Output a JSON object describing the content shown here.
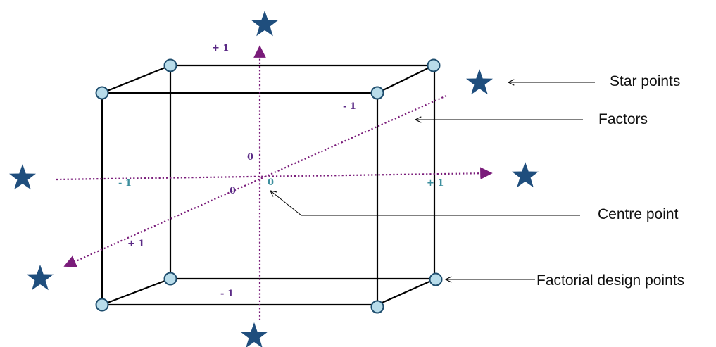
{
  "colors": {
    "vertex_fill": "#b8dcea",
    "star_fill": "#1f4e7d",
    "axis_color": "#7a1c7a"
  },
  "icons": {
    "star": "star-icon",
    "vertex": "circle-icon"
  },
  "tick_labels": {
    "vertical_top": "+ 1",
    "vertical_center": "0",
    "horizontal_left": "- 1",
    "horizontal_right": "+ 1",
    "horizontal_center": "0",
    "diagonal_back": "- 1",
    "diagonal_front": "+ 1",
    "diagonal_center": "0",
    "bottom_edge": "- 1"
  },
  "callouts": {
    "star_points": "Star points",
    "factors": "Factors",
    "centre_point": "Centre point",
    "factorial_design_points": "Factorial design points"
  }
}
